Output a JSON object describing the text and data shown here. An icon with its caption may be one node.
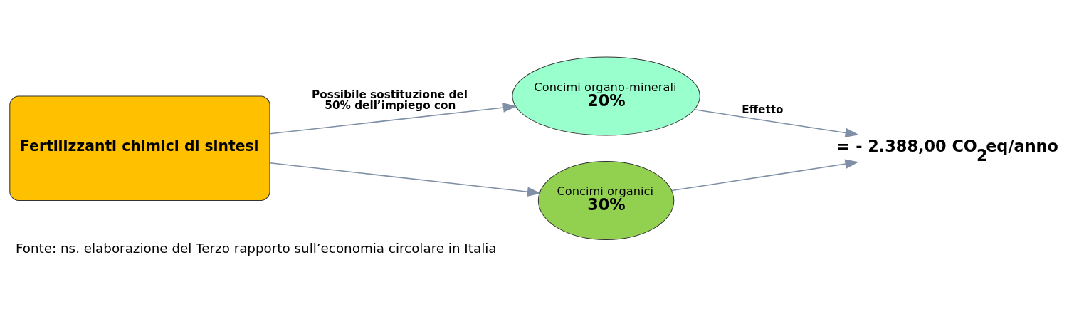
{
  "diagram": {
    "caption": "Fonte: ns. elaborazione del Terzo rapporto sull’economia circolare in Italia",
    "nodes": [
      {
        "text": [
          "Fertilizzanti chimici di sintesi"
        ]
      },
      {
        "text": [
          "Concimi organo-minerali",
          "20%"
        ]
      },
      {
        "text": [
          "Concimi organici",
          "30%"
        ]
      },
      {
        "text": [
          "= - 2.388,00 CO$_{2}$eq/anno"
        ]
      }
    ],
    "edges": [
      {
        "from": 0,
        "to": 1,
        "arrow": "to",
        "label": "Possibile sostituzione del 50% dell’impiego con"
      },
      {
        "from": 0,
        "to": 2,
        "arrow": "to"
      },
      {
        "from": 1,
        "to": 3,
        "arrow": "to",
        "label": "Effetto"
      },
      {
        "from": 2,
        "to": 3,
        "arrow": "to"
      }
    ]
  }
}
